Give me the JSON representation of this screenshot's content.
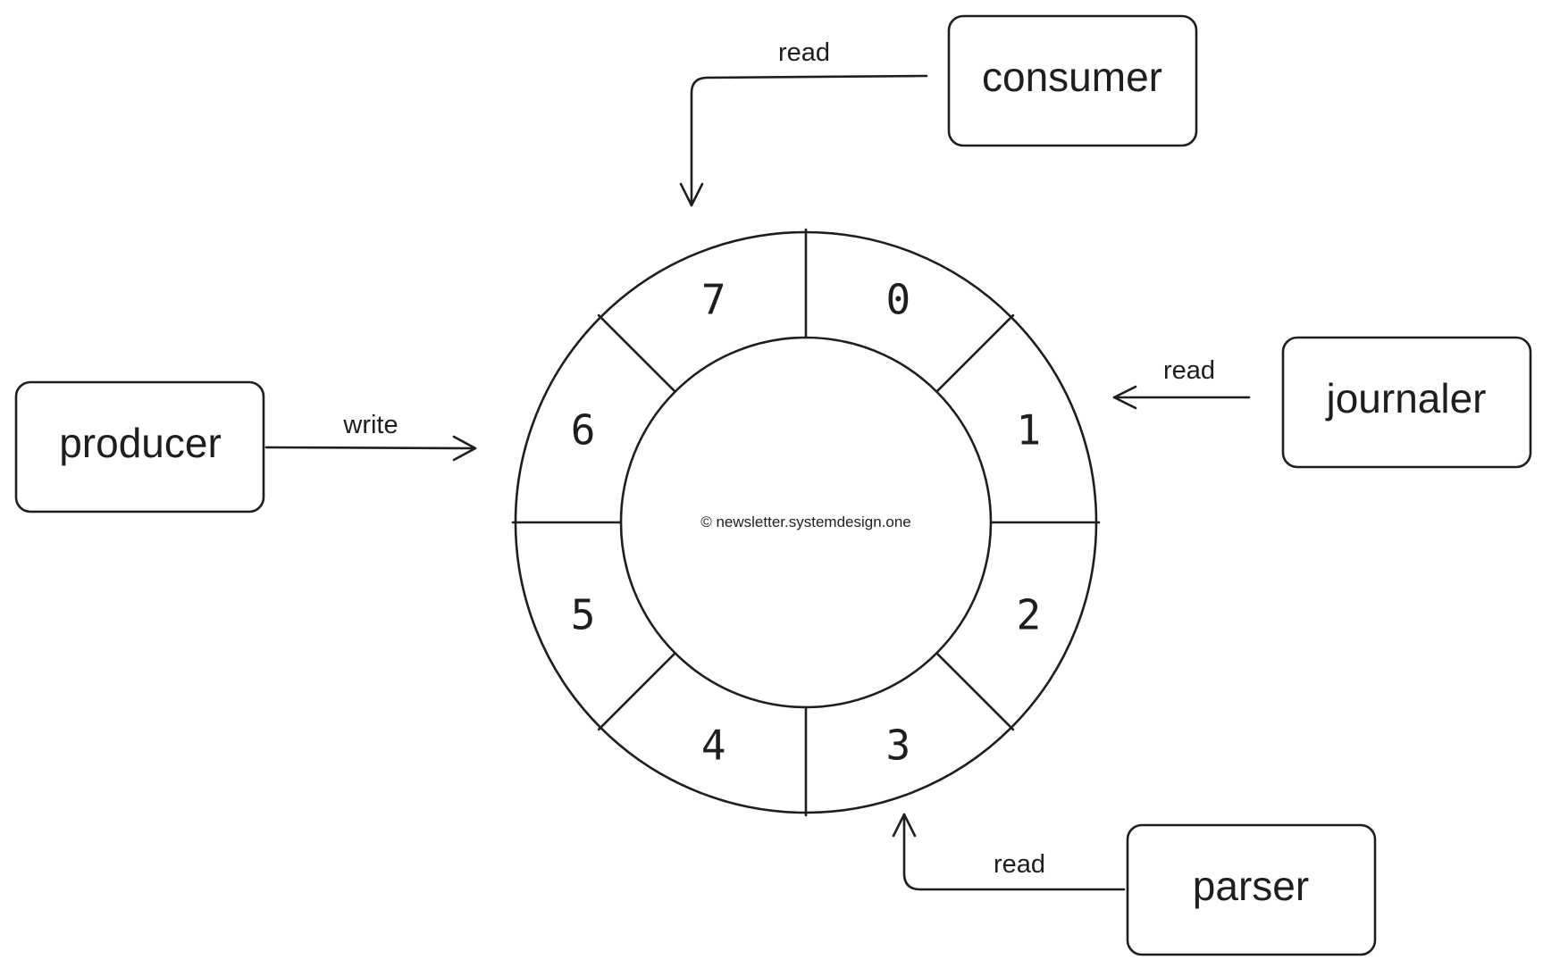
{
  "nodes": {
    "producer": "producer",
    "consumer": "consumer",
    "journaler": "journaler",
    "parser": "parser"
  },
  "edges": {
    "producer_write": "write",
    "consumer_read": "read",
    "journaler_read": "read",
    "parser_read": "read"
  },
  "ring": {
    "slots": [
      "0",
      "1",
      "2",
      "3",
      "4",
      "5",
      "6",
      "7"
    ],
    "center_text": "© newsletter.systemdesign.one"
  },
  "colors": {
    "stroke": "#1e1e1e",
    "background": "#ffffff"
  }
}
